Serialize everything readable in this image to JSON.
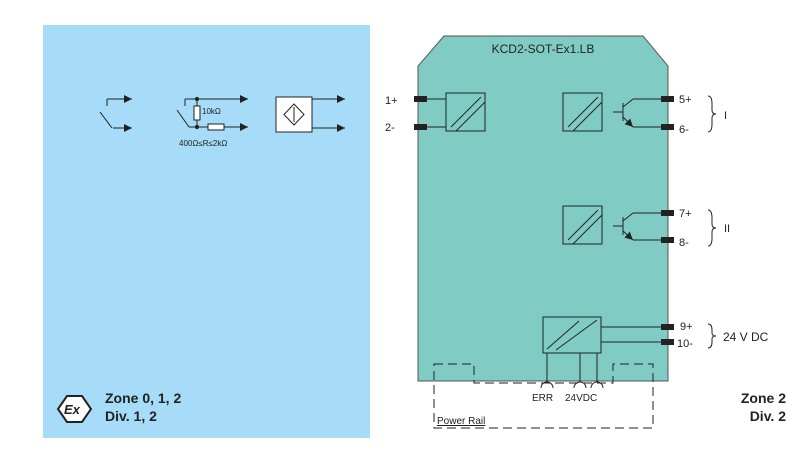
{
  "hazard_zone": {
    "background": "#a6dcf7",
    "zone_label": "Zone 0, 1, 2",
    "div_label": "Div. 1, 2",
    "resistor_label": "10kΩ",
    "range_label": "400Ω≤R≤2kΩ",
    "ex_mark": "Ex"
  },
  "module": {
    "title": "KCD2-SOT-Ex1.LB",
    "fill": "#80ccc4",
    "input_terminals": [
      "1+",
      "2-"
    ],
    "output_1": {
      "terminals": [
        "5+",
        "6-"
      ],
      "channel": "I"
    },
    "output_2": {
      "terminals": [
        "7+",
        "8-"
      ],
      "channel": "II"
    },
    "supply": {
      "terminals": [
        "9+",
        "10-"
      ],
      "voltage": "24 V DC"
    },
    "bus_labels": {
      "err": "ERR",
      "supply": "24VDC"
    },
    "power_rail": "Power Rail"
  },
  "safe_zone": {
    "zone_label": "Zone 2",
    "div_label": "Div. 2"
  }
}
